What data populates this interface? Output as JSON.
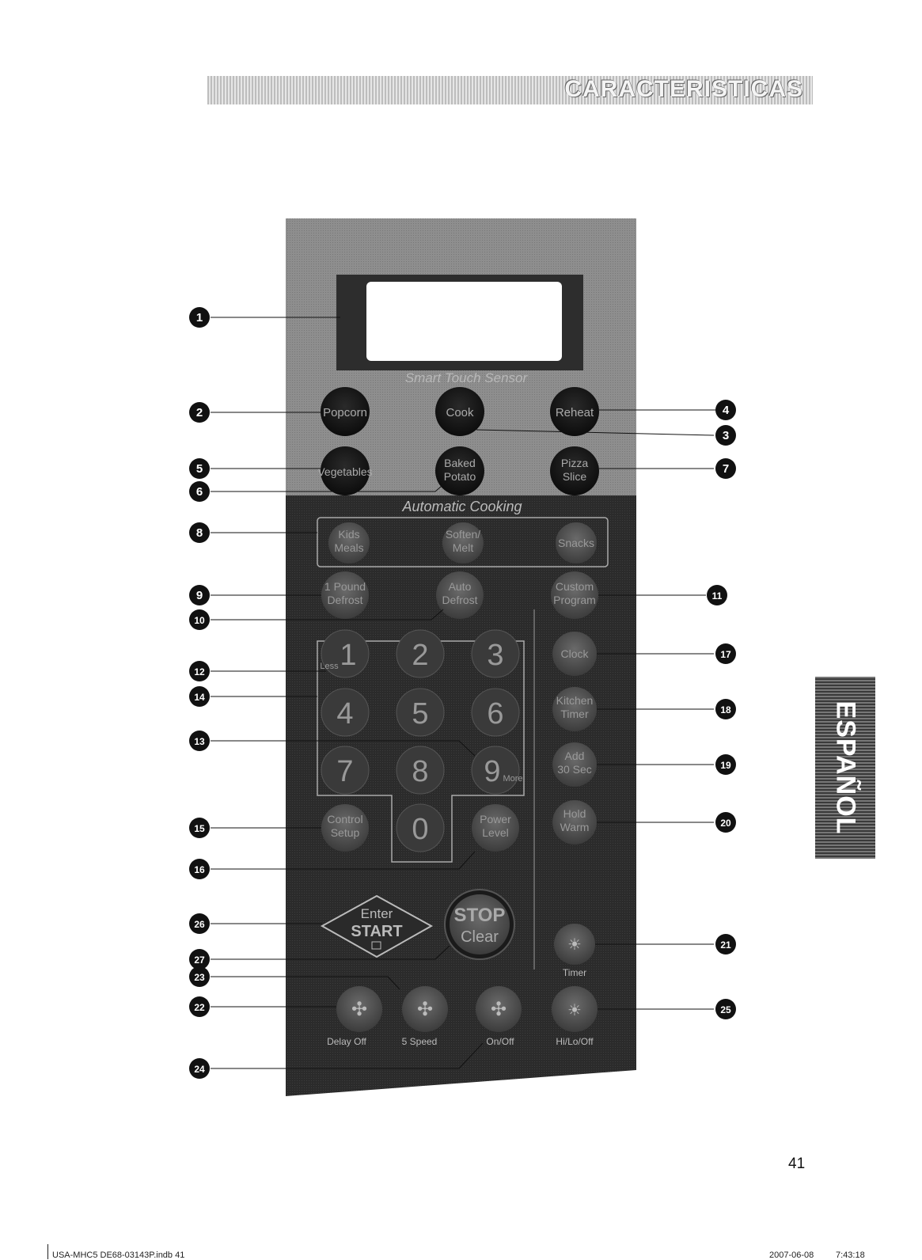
{
  "header": {
    "title": "CARACTERISTICAS"
  },
  "side_tab": {
    "label": "ESPAÑOL"
  },
  "page_number": "41",
  "footer": {
    "file": "USA-MHC5 DE68-03143P.indb   41",
    "date": "2007-06-08",
    "time": "7:43:18"
  },
  "panel": {
    "brand_text": "Smart Touch Sensor",
    "section_label": "Automatic Cooking",
    "buttons": {
      "popcorn": "Popcorn",
      "cook": "Cook",
      "reheat": "Reheat",
      "vegetables": "Vegetables",
      "baked_potato_1": "Baked",
      "baked_potato_2": "Potato",
      "pizza_1": "Pizza",
      "pizza_2": "Slice",
      "kids_1": "Kids",
      "kids_2": "Meals",
      "soften_1": "Soften/",
      "soften_2": "Melt",
      "snacks": "Snacks",
      "pound_1": "1 Pound",
      "pound_2": "Defrost",
      "auto_1": "Auto",
      "auto_2": "Defrost",
      "custom_1": "Custom",
      "custom_2": "Program",
      "clock": "Clock",
      "kitchen_1": "Kitchen",
      "kitchen_2": "Timer",
      "add_1": "Add",
      "add_2": "30 Sec",
      "hold_1": "Hold",
      "hold_2": "Warm",
      "control_1": "Control",
      "control_2": "Setup",
      "power_1": "Power",
      "power_2": "Level",
      "enter": "Enter",
      "start": "START",
      "stop": "STOP",
      "clear": "Clear",
      "timer_label": "Timer",
      "digits": [
        "1",
        "2",
        "3",
        "4",
        "5",
        "6",
        "7",
        "8",
        "9",
        "0"
      ],
      "less": "Less",
      "more": "More",
      "delay_off": "Delay Off",
      "speed": "5 Speed",
      "on_off": "On/Off",
      "hi_lo_off": "Hi/Lo/Off"
    }
  },
  "callouts": [
    "1",
    "2",
    "3",
    "4",
    "5",
    "6",
    "7",
    "8",
    "9",
    "10",
    "11",
    "12",
    "13",
    "14",
    "15",
    "16",
    "17",
    "18",
    "19",
    "20",
    "21",
    "22",
    "23",
    "24",
    "25",
    "26",
    "27"
  ]
}
